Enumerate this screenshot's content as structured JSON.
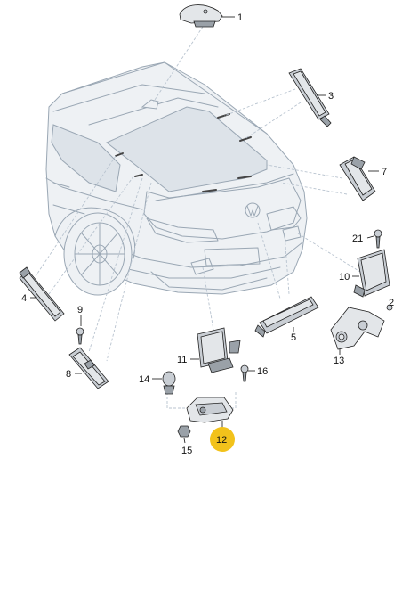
{
  "callouts": {
    "c1": "1",
    "c2": "2",
    "c3": "3",
    "c4": "4",
    "c5": "5",
    "c7": "7",
    "c8": "8",
    "c9": "9",
    "c10": "10",
    "c11": "11",
    "c12": "12",
    "c13": "13",
    "c14": "14",
    "c15": "15",
    "c16": "16",
    "c21": "21"
  },
  "highlight_color": "#f2c21b"
}
